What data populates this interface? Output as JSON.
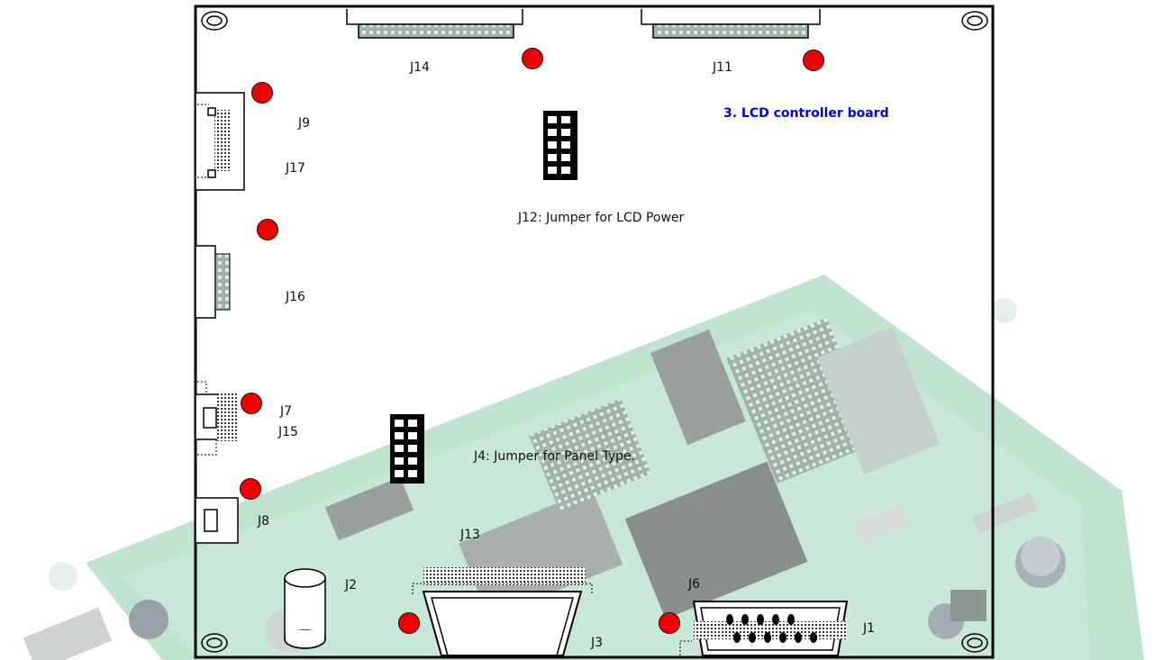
{
  "diagram": {
    "title": "3. LCD controller board",
    "connectors": {
      "j14": "J14",
      "j11": "J11",
      "j9": "J9",
      "j17": "J17",
      "j16": "J16",
      "j7": "J7",
      "j15": "J15",
      "j8": "J8",
      "j13": "J13",
      "j2": "J2",
      "j3": "J3",
      "j6": "J6",
      "j1": "J1"
    },
    "notes": {
      "j12": "J12: Jumper for LCD Power",
      "j4": "J4: Jumper for Panel Type."
    },
    "background_photo": "pcb-photo",
    "colors": {
      "title": "#0000ee",
      "marker": "#ee0000",
      "board_outline": "#000000",
      "pcb": "#bfe3cf"
    }
  }
}
